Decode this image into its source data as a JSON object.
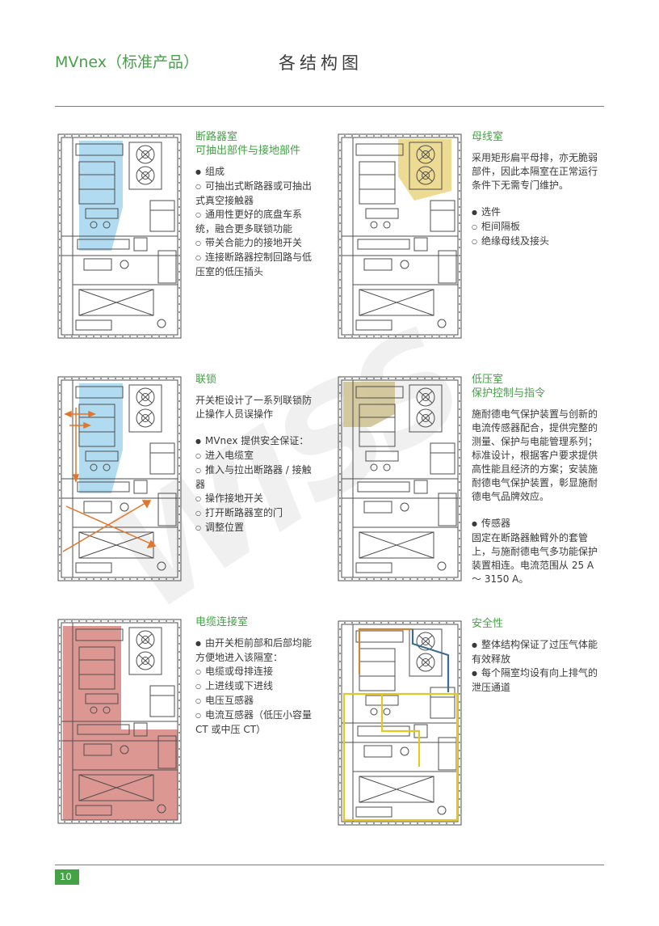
{
  "header": {
    "product": "MVnex（标准产品）",
    "title": "各结构图"
  },
  "watermark": "WISS",
  "footer": {
    "page": "10"
  },
  "colors": {
    "green": "#45a247",
    "body_text": "#3a3a3a",
    "line_art": "#4f4f4f"
  },
  "panels": [
    {
      "id": "breaker",
      "title": "断路器室",
      "subtitle": "可抽出部件与接地部件",
      "highlight_color": "#a9d7ee",
      "lines": [
        {
          "bullet": "●",
          "text": "组成"
        },
        {
          "bullet": "○",
          "text": "可抽出式断路器或可抽出式真空接触器"
        },
        {
          "bullet": "○",
          "text": "通用性更好的底盘车系统，融合更多联锁功能"
        },
        {
          "bullet": "○",
          "text": "带关合能力的接地开关"
        },
        {
          "bullet": "○",
          "text": "连接断路器控制回路与低压室的低压插头"
        }
      ]
    },
    {
      "id": "busbar",
      "title": "母线室",
      "subtitle": "",
      "highlight_color": "#ebd787",
      "lines": [
        {
          "bullet": "",
          "text": "采用矩形扁平母排，亦无脆弱部件，因此本隔室在正常运行条件下无需专门维护。"
        },
        {
          "bullet": "●",
          "text": "选件",
          "gap": true
        },
        {
          "bullet": "○",
          "text": "柜间隔板"
        },
        {
          "bullet": "○",
          "text": "绝缘母线及接头"
        }
      ]
    },
    {
      "id": "interlock",
      "title": "联锁",
      "subtitle": "",
      "highlight_color": "#a9d7ee",
      "arrow_color": "#e0762b",
      "lines": [
        {
          "bullet": "",
          "text": "开关柜设计了一系列联锁防止操作人员误操作"
        },
        {
          "bullet": "●",
          "text": "MVnex 提供安全保证：",
          "gap": true
        },
        {
          "bullet": "○",
          "text": "进入电缆室"
        },
        {
          "bullet": "○",
          "text": "推入与拉出断路器 / 接触器"
        },
        {
          "bullet": "○",
          "text": "操作接地开关"
        },
        {
          "bullet": "○",
          "text": "打开断路器室的门"
        },
        {
          "bullet": "○",
          "text": "调整位置"
        }
      ]
    },
    {
      "id": "lv",
      "title": "低压室",
      "subtitle": "保护控制与指令",
      "highlight_color": "#cfc293",
      "lines": [
        {
          "bullet": "",
          "text": "施耐德电气保护装置与创新的电流传感器配合，提供完整的测量、保护与电能管理系列；标准设计，根据客户要求提供高性能且经济的方案；安装施耐德电气保护装置，彰显施耐德电气品牌效应。"
        },
        {
          "bullet": "●",
          "text": "传感器",
          "gap": true
        },
        {
          "bullet": "",
          "text": "固定在断路器触臂外的套管上，与施耐德电气多功能保护装置相连。电流范围从 25 A ～ 3150 A。"
        }
      ]
    },
    {
      "id": "cable",
      "title": "电缆连接室",
      "subtitle": "",
      "highlight_color": "#d98c86",
      "lines": [
        {
          "bullet": "●",
          "text": "由开关柜前部和后部均能方便地进入该隔室："
        },
        {
          "bullet": "○",
          "text": "电缆或母排连接"
        },
        {
          "bullet": "○",
          "text": "上进线或下进线"
        },
        {
          "bullet": "○",
          "text": "电压互感器"
        },
        {
          "bullet": "○",
          "text": "电流互感器（低压小容量 CT 或中压 CT）"
        }
      ]
    },
    {
      "id": "safety",
      "title": "安全性",
      "subtitle": "",
      "path_colors": {
        "orange": "#c98737",
        "blue": "#3a6d92",
        "yellow": "#e4c81f"
      },
      "lines": [
        {
          "bullet": "●",
          "text": "整体结构保证了过压气体能有效释放"
        },
        {
          "bullet": "●",
          "text": "每个隔室均设有向上排气的泄压通道"
        }
      ]
    }
  ]
}
